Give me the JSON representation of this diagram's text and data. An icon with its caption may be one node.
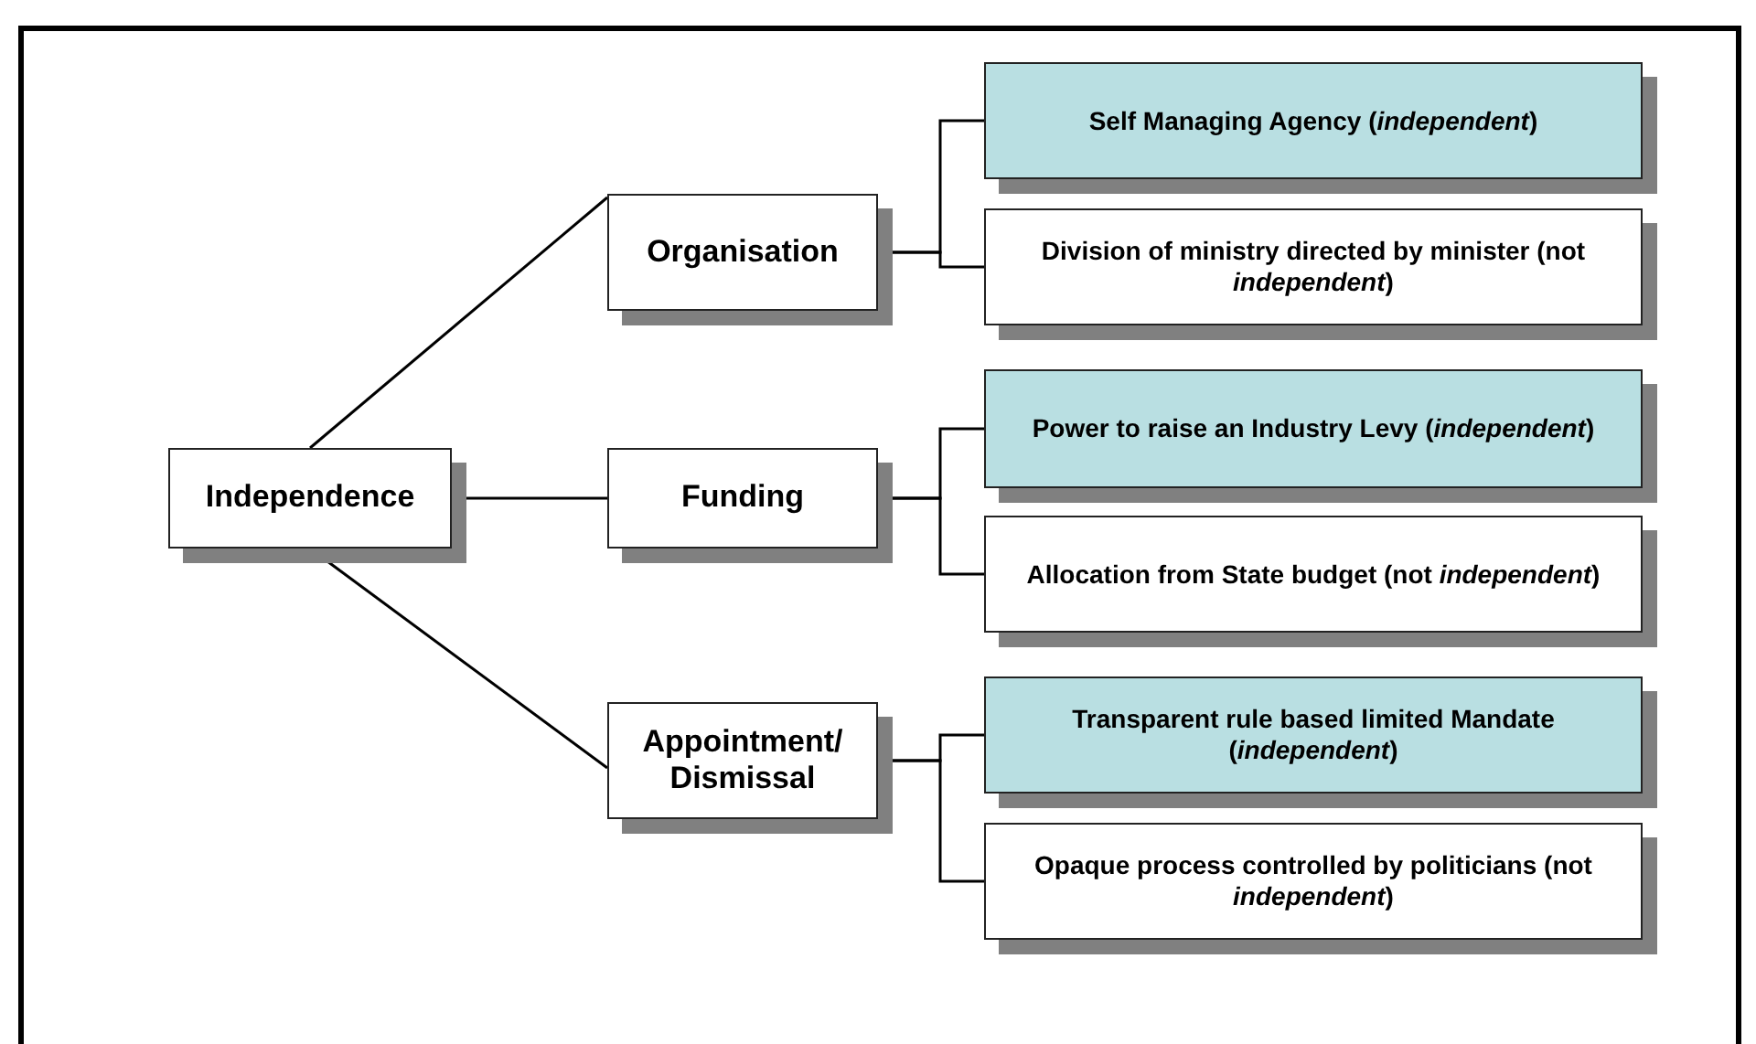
{
  "diagram": {
    "nodes": [
      {
        "text": [
          "Independence"
        ]
      },
      {
        "text": [
          "Organisation"
        ]
      },
      {
        "text": [
          "Funding"
        ]
      },
      {
        "text": [
          "Appointment/ Dismissal"
        ]
      },
      {
        "text": [
          "Self Managing Agency (*independent*)"
        ]
      },
      {
        "text": [
          "Division of ministry directed by minister (not *independent*)"
        ]
      },
      {
        "text": [
          "Power to raise an Industry Levy  (*independent*)"
        ]
      },
      {
        "text": [
          "Allocation from State budget (not *independent*)"
        ]
      },
      {
        "text": [
          "Transparent rule based limited Mandate (*independent*)"
        ]
      },
      {
        "text": [
          "Opaque process controlled by politicians  (not *independent*)"
        ]
      }
    ],
    "edges": [
      {
        "from": 0,
        "to": 1,
        "arrow": "none"
      },
      {
        "from": 0,
        "to": 2,
        "arrow": "none"
      },
      {
        "from": 0,
        "to": 3,
        "arrow": "none"
      },
      {
        "from": 1,
        "to": 4,
        "arrow": "none"
      },
      {
        "from": 1,
        "to": 5,
        "arrow": "none"
      },
      {
        "from": 2,
        "to": 6,
        "arrow": "none"
      },
      {
        "from": 2,
        "to": 7,
        "arrow": "none"
      },
      {
        "from": 3,
        "to": 8,
        "arrow": "none"
      },
      {
        "from": 3,
        "to": 9,
        "arrow": "none"
      }
    ]
  }
}
